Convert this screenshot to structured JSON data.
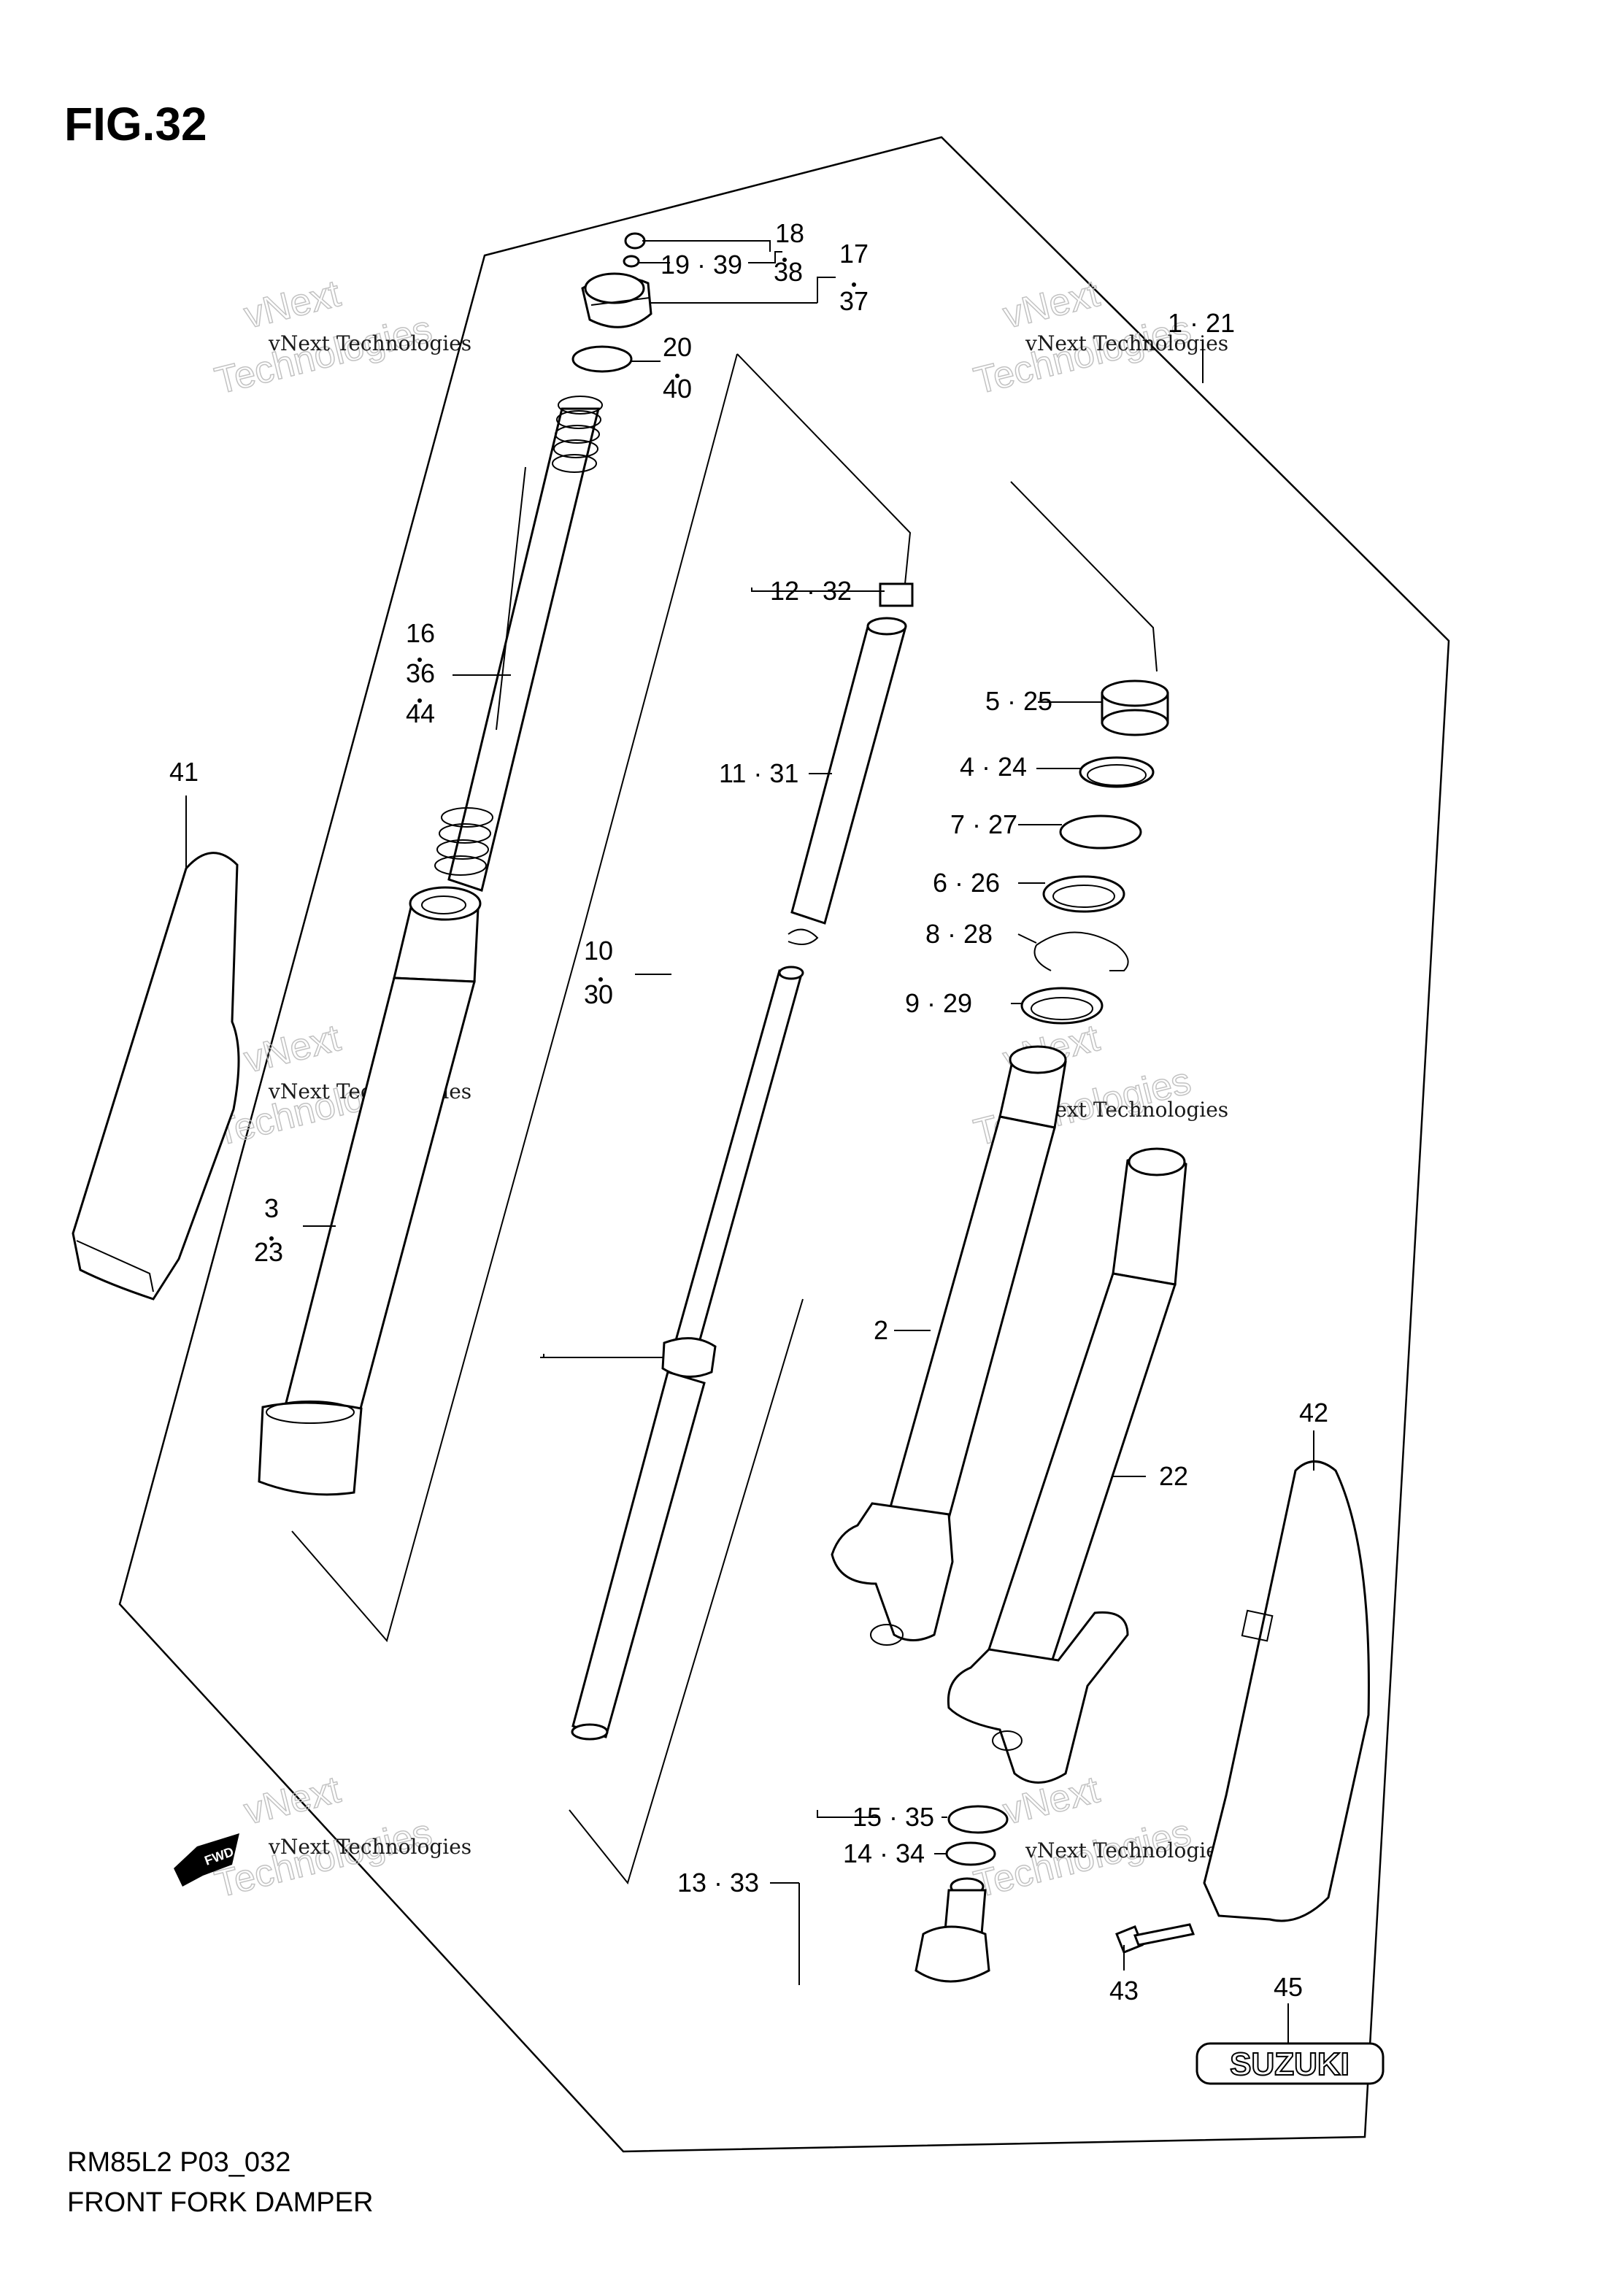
{
  "figure": {
    "title": "FIG.32"
  },
  "footer": {
    "code": "RM85L2 P03_032",
    "caption": "FRONT FORK DAMPER"
  },
  "watermark": {
    "line1": "vNext Technologies",
    "line2": "vNext",
    "line3": "Technologies"
  },
  "fwd_badge": "FWD",
  "brand_emblem": "SUZUKI",
  "callouts": {
    "c18": "18",
    "c19_39": "19 · 39",
    "c38": "38",
    "c17": "17",
    "c37": "37",
    "c1_21": "1 · 21",
    "c20": "20",
    "c40": "40",
    "c16": "16",
    "c36": "36",
    "c44": "44",
    "c12_32": "12 · 32",
    "c11_31": "11 · 31",
    "c5_25": "5 · 25",
    "c4_24": "4 · 24",
    "c7_27": "7 · 27",
    "c6_26": "6 · 26",
    "c8_28": "8 · 28",
    "c9_29": "9 · 29",
    "c41": "41",
    "c10": "10",
    "c30": "30",
    "c3": "3",
    "c23": "23",
    "c2": "2",
    "c22": "22",
    "c42": "42",
    "c15_35": "15 · 35",
    "c14_34": "14 · 34",
    "c13_33": "13 · 33",
    "c43": "43",
    "c45": "45"
  }
}
